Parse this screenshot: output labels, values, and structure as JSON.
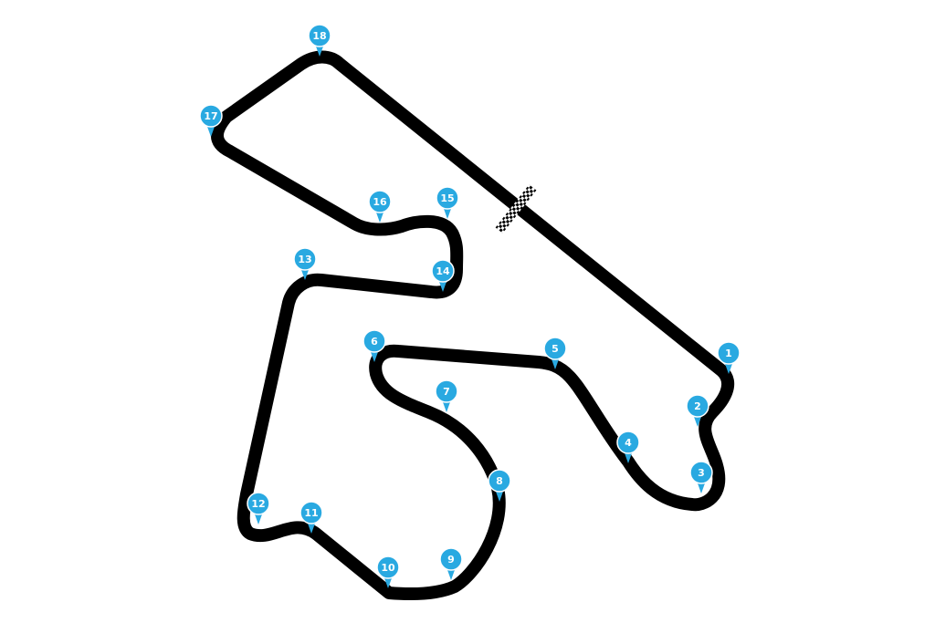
{
  "map": {
    "track_color": "#000000",
    "marker_color": "#29a9e1",
    "marker_text_color": "#ffffff",
    "background": "#ffffff",
    "start_finish_icon": "checkered-flag-icon",
    "turns": [
      {
        "label": "1"
      },
      {
        "label": "2"
      },
      {
        "label": "3"
      },
      {
        "label": "4"
      },
      {
        "label": "5"
      },
      {
        "label": "6"
      },
      {
        "label": "7"
      },
      {
        "label": "8"
      },
      {
        "label": "9"
      },
      {
        "label": "10"
      },
      {
        "label": "11"
      },
      {
        "label": "12"
      },
      {
        "label": "13"
      },
      {
        "label": "14"
      },
      {
        "label": "15"
      },
      {
        "label": "16"
      },
      {
        "label": "17"
      },
      {
        "label": "18"
      }
    ]
  }
}
